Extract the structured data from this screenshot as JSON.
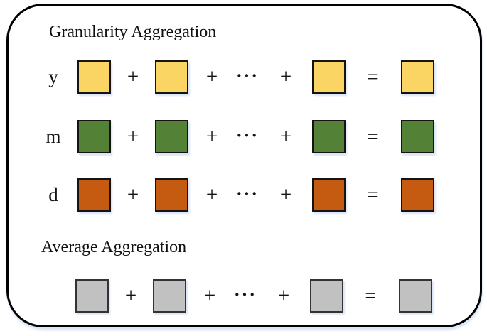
{
  "diagram": {
    "operators": {
      "plus": "+",
      "dots": "···",
      "equals": "="
    },
    "granularity": {
      "title": "Granularity Aggregation",
      "rows": [
        {
          "label": "y",
          "fill": "#FBD564",
          "border": "#141414"
        },
        {
          "label": "m",
          "fill": "#538135",
          "border": "#141414"
        },
        {
          "label": "d",
          "fill": "#C55A11",
          "border": "#141414"
        }
      ]
    },
    "average": {
      "title": "Average Aggregation",
      "rows": [
        {
          "label": "",
          "fill": "#C1C1C1",
          "border": "#333333"
        }
      ]
    },
    "colors": {
      "panel_border": "#000000",
      "square_shadow": "#d9e4f5",
      "text": "#141414"
    }
  }
}
